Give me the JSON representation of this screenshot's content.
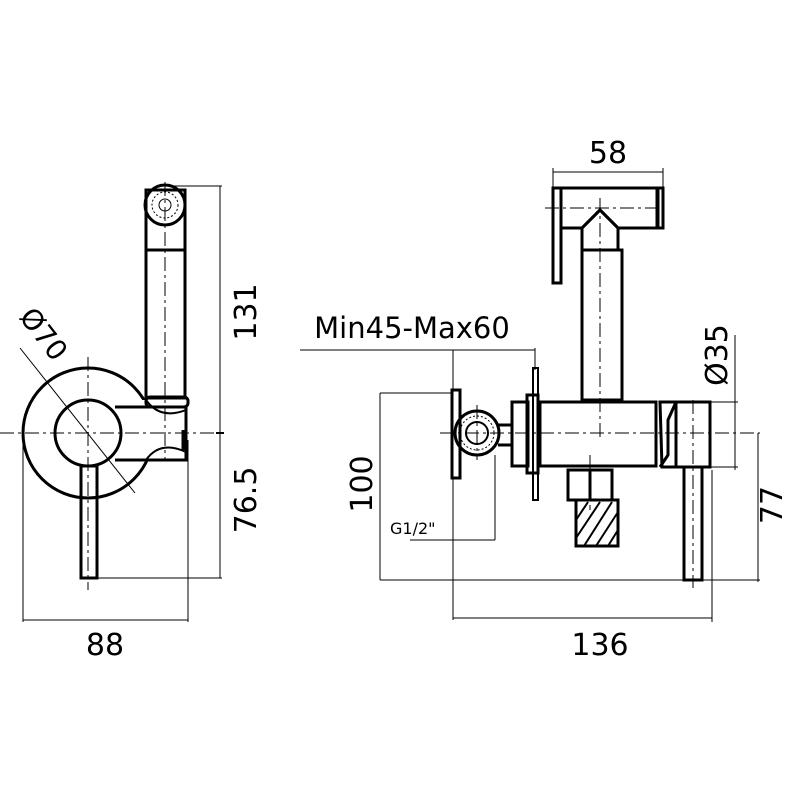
{
  "side_view": {
    "dim_height_top": "131",
    "dim_height_bottom": "76.5",
    "dim_width": "88",
    "dim_diameter": "Ø70"
  },
  "front_view": {
    "dim_wall_depth": "Min45-Max60",
    "dim_head_width": "58",
    "dim_diameter": "Ø35",
    "dim_height_left": "100",
    "dim_height_right": "77",
    "dim_total_width": "136",
    "thread_label": "G1/2\""
  }
}
